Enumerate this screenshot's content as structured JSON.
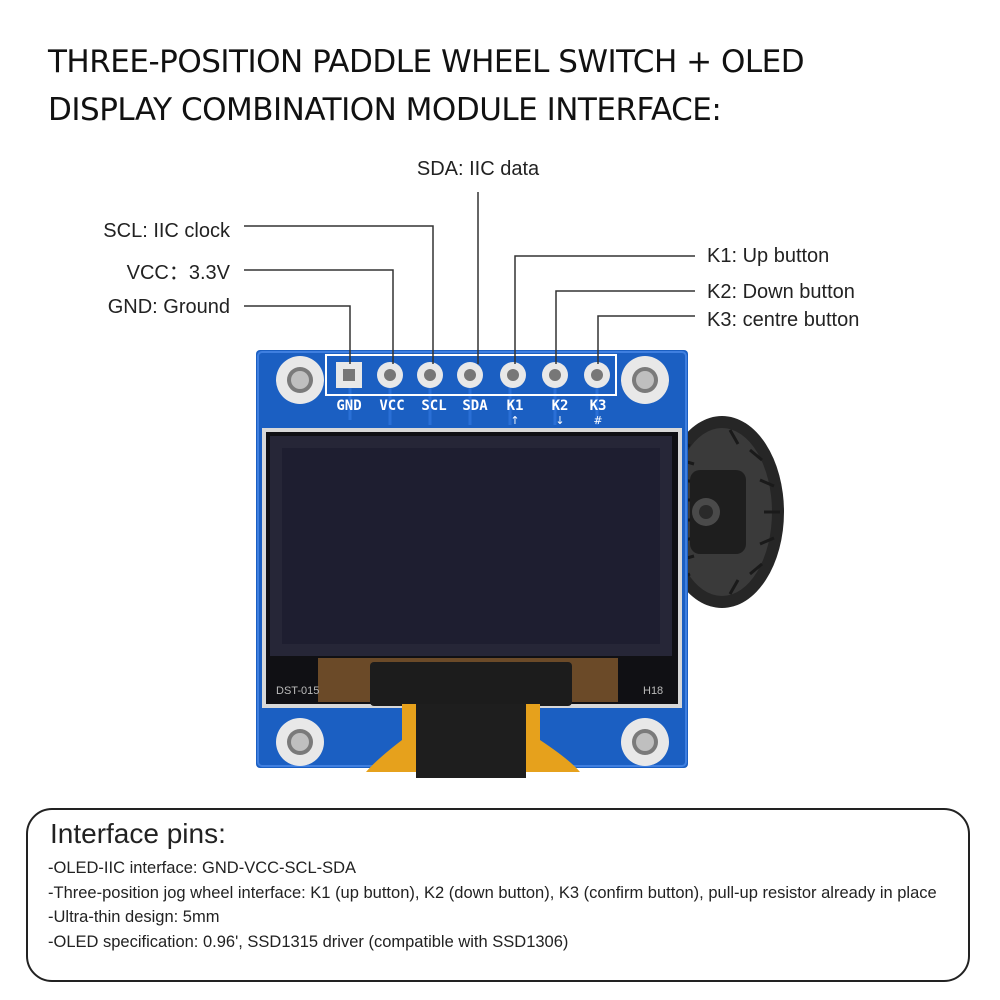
{
  "title": {
    "line1": "THREE-POSITION PADDLE WHEEL SWITCH + OLED",
    "line2": "DISPLAY COMBINATION MODULE INTERFACE:"
  },
  "callouts": {
    "sda": "SDA: IIC data",
    "scl": "SCL: IIC clock",
    "vcc": "VCC：3.3V",
    "gnd": "GND: Ground",
    "k1": "K1: Up button",
    "k2": "K2: Down button",
    "k3": "K3: centre button"
  },
  "board": {
    "pins": [
      "GND",
      "VCC",
      "SCL",
      "SDA",
      "K1",
      "K2",
      "K3"
    ],
    "pin_symbols": {
      "k1": "↑",
      "k2": "↓",
      "k3": "#"
    },
    "silk_left": "DST-015",
    "silk_right": "H18"
  },
  "colors": {
    "pcb": "#1b5fc2",
    "screen": "#1f1f2e",
    "flex_cable": "#e6a11c",
    "wheel": "#2a2a2a"
  },
  "info": {
    "heading": "Interface pins:",
    "items": [
      "-OLED-IIC interface: GND-VCC-SCL-SDA",
      "-Three-position jog wheel interface: K1 (up button), K2 (down button), K3 (confirm button), pull-up resistor already in place",
      "-Ultra-thin design: 5mm",
      "-OLED specification: 0.96', SSD1315 driver (compatible with SSD1306)"
    ]
  }
}
